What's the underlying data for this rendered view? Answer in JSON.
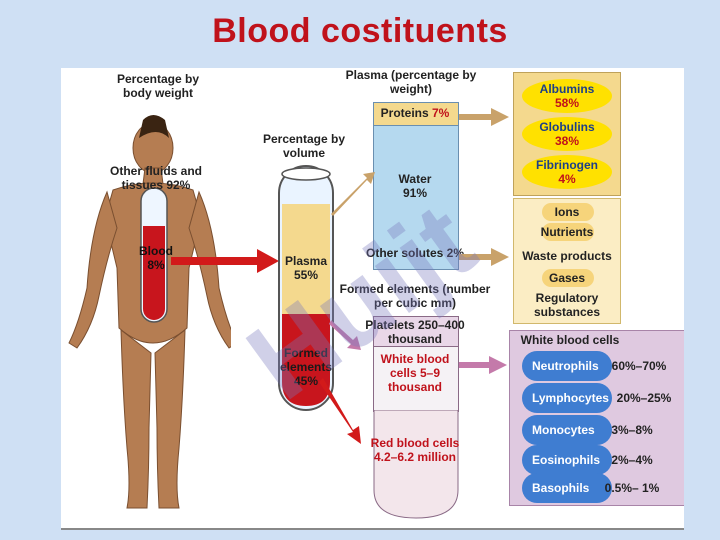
{
  "title": "Blood costituents",
  "body_weight": {
    "heading": "Percentage by body weight",
    "other_fluids": "Other fluids and tissues 92%",
    "blood": "Blood 8%"
  },
  "volume": {
    "heading": "Percentage by volume",
    "plasma": "Plasma 55%",
    "formed": "Formed elements 45%"
  },
  "plasma": {
    "heading": "Plasma (percentage by weight)",
    "proteins_label": "Proteins",
    "proteins_pct": "7%",
    "water": "Water 91%",
    "other_solutes": "Other solutes 2%"
  },
  "proteins": [
    {
      "name": "Albumins",
      "pct": "58%"
    },
    {
      "name": "Globulins",
      "pct": "38%"
    },
    {
      "name": "Fibrinogen",
      "pct": "4%"
    }
  ],
  "solutes": [
    "Ions",
    "Nutrients",
    "Waste products",
    "Gases",
    "Regulatory substances"
  ],
  "formed_elements": {
    "heading": "Formed elements (number per cubic mm)",
    "platelets": "Platelets 250–400 thousand",
    "wbc": "White blood cells 5–9 thousand",
    "rbc": "Red blood cells 4.2–6.2 million"
  },
  "white_cells": {
    "heading": "White blood cells",
    "types": [
      {
        "name": "Neutrophils",
        "pct": "60%–70%"
      },
      {
        "name": "Lymphocytes",
        "pct": "20%–25%"
      },
      {
        "name": "Monocytes",
        "pct": "3%–8%"
      },
      {
        "name": "Eosinophils",
        "pct": "2%–4%"
      },
      {
        "name": "Basophils",
        "pct": "0.5%– 1%"
      }
    ]
  },
  "watermark": "Huijt",
  "colors": {
    "title": "#c0121b",
    "plasma": "#f4d98e",
    "blood": "#c8151d",
    "water": "#b5d9ef",
    "wbc_pill": "#3f7dd1",
    "protein_pill": "#ffe100"
  }
}
